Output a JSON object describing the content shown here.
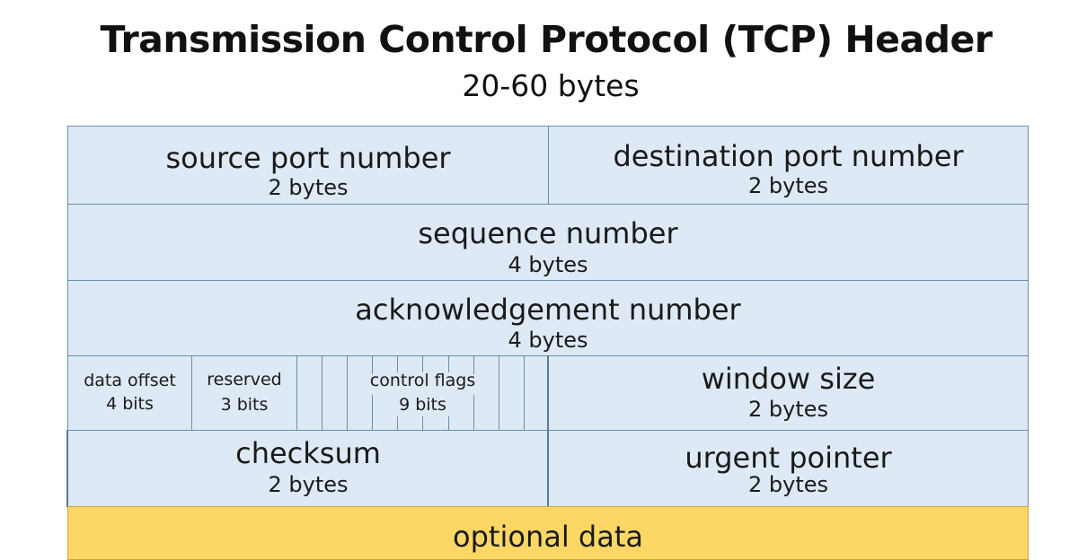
{
  "header": {
    "title": "Transmission Control Protocol (TCP) Header",
    "subtitle": "20-60 bytes"
  },
  "fields": {
    "source_port": {
      "name": "source port number",
      "size": "2 bytes"
    },
    "destination_port": {
      "name": "destination port number",
      "size": "2 bytes"
    },
    "sequence_number": {
      "name": "sequence number",
      "size": "4 bytes"
    },
    "acknowledgement_number": {
      "name": "acknowledgement number",
      "size": "4 bytes"
    },
    "data_offset": {
      "name": "data offset",
      "size": "4 bits"
    },
    "reserved": {
      "name": "reserved",
      "size": "3 bits"
    },
    "control_flags": {
      "name": "control flags",
      "size": "9 bits"
    },
    "window_size": {
      "name": "window size",
      "size": "2 bytes"
    },
    "checksum": {
      "name": "checksum",
      "size": "2 bytes"
    },
    "urgent_pointer": {
      "name": "urgent pointer",
      "size": "2 bytes"
    },
    "optional_data": {
      "name": "optional data"
    }
  },
  "colors": {
    "field_fill": "#dde9f4",
    "field_border": "#6b8fb0",
    "optional_fill": "#fcd765"
  }
}
